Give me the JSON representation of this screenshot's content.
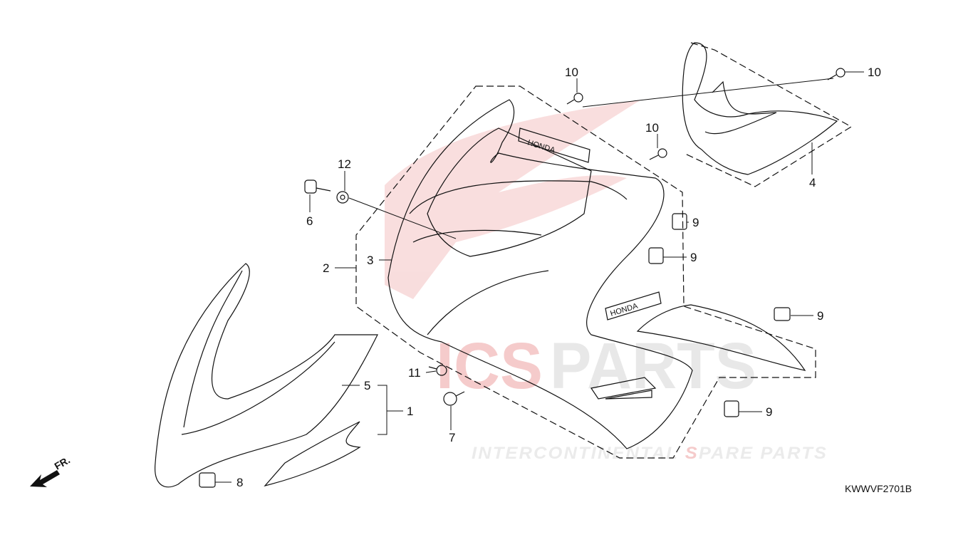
{
  "diagram": {
    "drawing_code": "KWWVF2701B",
    "direction_label": "FR.",
    "callouts": {
      "c10a": "10",
      "c10b": "10",
      "c10c": "10",
      "c12": "12",
      "c6": "6",
      "c4": "4",
      "c9a": "9",
      "c9b": "9",
      "c9c": "9",
      "c9d": "9",
      "c2": "2",
      "c3": "3",
      "c5": "5",
      "c1": "1",
      "c11": "11",
      "c7": "7",
      "c8": "8"
    },
    "decal_text": [
      "HONDA",
      "HONDA"
    ]
  },
  "watermark": {
    "brand_prefix": "ICS",
    "brand_suffix": "PARTS",
    "tagline_a": "INTERCONTINENTAL ",
    "tagline_b": "S",
    "tagline_c": "PARE PARTS",
    "colors": {
      "prefix": "#f4c6c6",
      "suffix": "#e6e6e6"
    }
  }
}
